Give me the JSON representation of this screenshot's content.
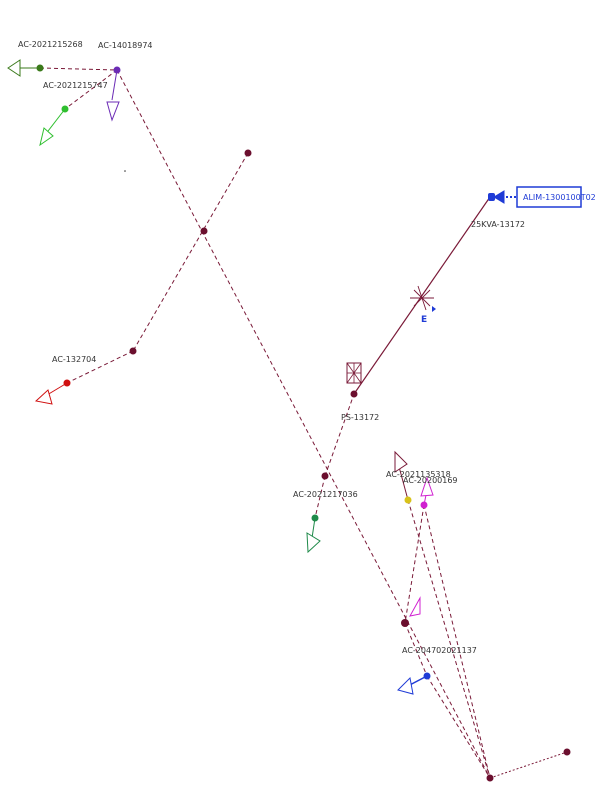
{
  "labels": {
    "ac_2021215268": "AC-2021215268",
    "ac_14018974": "AC-14018974",
    "ac_2021215747": "AC-2021215747",
    "ac_132704": "AC-132704",
    "ac_2021217036": "AC-2021217036",
    "ps_13172": "PS-13172",
    "kva_13172": "25KVA-13172",
    "alim": "ALIM-1300100T02",
    "ac_2021135318": "AC-2021135318",
    "ac_20200169": "AC-20200169",
    "ac_204702021137": "AC-204702021137",
    "e_marker": "E"
  },
  "colors": {
    "line": "#7a1a38",
    "node": "#6b0f2e",
    "green_dark": "#3a7a1a",
    "green": "#2fbf2f",
    "purple": "#6b2bb5",
    "red": "#d01010",
    "teal": "#1f8a4a",
    "blue": "#1f3bd6",
    "yellow": "#d8c21a",
    "magenta": "#d020d0"
  },
  "icons": {
    "arrow": "arrow-head-icon",
    "substation": "substation-icon",
    "transformer": "transformer-icon"
  }
}
